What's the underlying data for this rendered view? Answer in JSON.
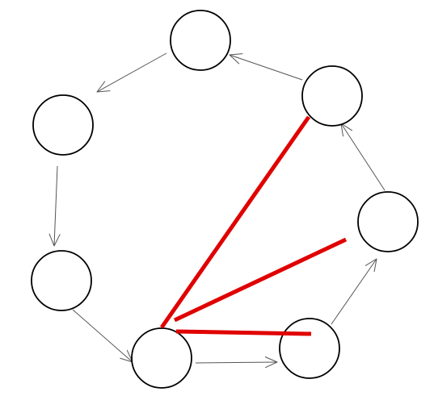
{
  "diagram": {
    "type": "directed-graph",
    "nodes": [
      {
        "id": "top"
      },
      {
        "id": "upper-right"
      },
      {
        "id": "right"
      },
      {
        "id": "lower-right"
      },
      {
        "id": "bottom"
      },
      {
        "id": "lower-left"
      },
      {
        "id": "upper-left"
      }
    ],
    "edges": [
      {
        "from": "upper-right",
        "to": "top"
      },
      {
        "from": "top",
        "to": "upper-left"
      },
      {
        "from": "upper-left",
        "to": "lower-left"
      },
      {
        "from": "lower-left",
        "to": "bottom"
      },
      {
        "from": "bottom",
        "to": "lower-right"
      },
      {
        "from": "lower-right",
        "to": "right"
      },
      {
        "from": "right",
        "to": "upper-right"
      }
    ],
    "highlighted_chords": [
      {
        "from": "bottom",
        "to": "upper-right"
      },
      {
        "from": "bottom",
        "to": "right"
      },
      {
        "from": "bottom",
        "to": "lower-right"
      }
    ],
    "colors": {
      "node_stroke": "#000000",
      "node_fill": "#ffffff",
      "edge": "#555555",
      "highlight": "#e00000"
    }
  }
}
